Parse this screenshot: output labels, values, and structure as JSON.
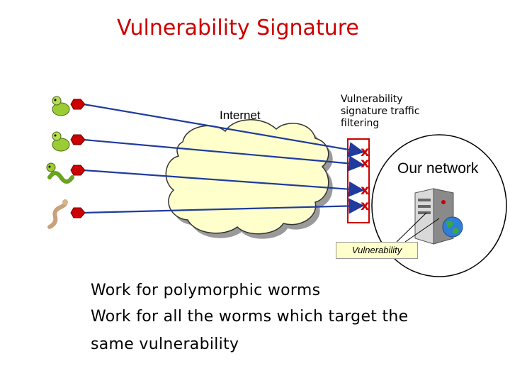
{
  "title": "Vulnerability Signature",
  "labels": {
    "internet": "Internet",
    "filter": "Vulnerability signature traffic filtering",
    "our_network": "Our network",
    "vulnerability": "Vulnerability",
    "block_mark": "x"
  },
  "bullets": [
    "Work for polymorphic worms",
    "Work for all the worms which target the",
    "same vulnerability"
  ],
  "icons": [
    "worm-icon",
    "worm-icon",
    "worm-icon",
    "worm-icon",
    "server-icon",
    "globe-icon"
  ],
  "colors": {
    "title": "#cc0000",
    "arrows": "#1f3b9e",
    "cloud": "#ffffcc",
    "blocks": "#cc0000"
  }
}
